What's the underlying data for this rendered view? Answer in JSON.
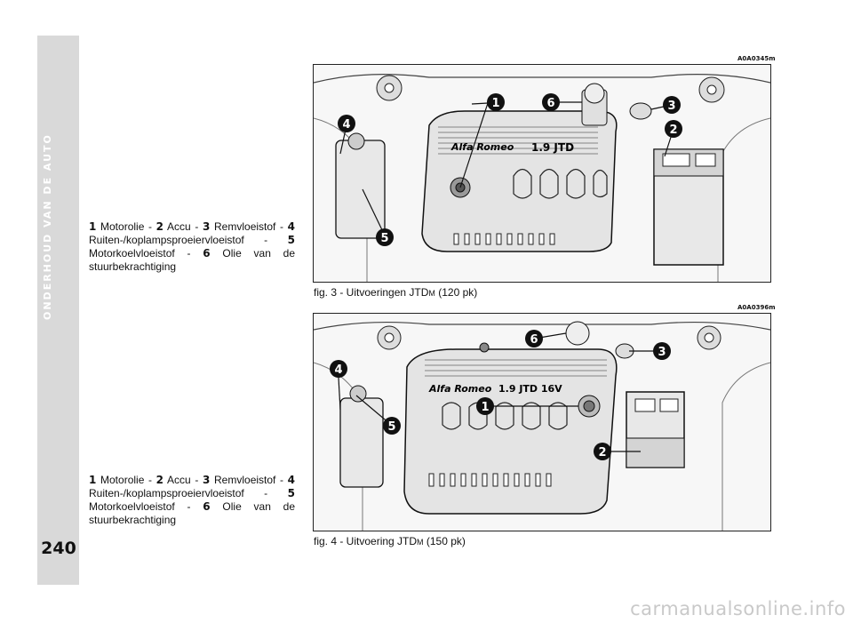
{
  "page": {
    "section_title": "ONDERHOUD VAN DE AUTO",
    "page_number": "240",
    "watermark": "carmanualsonline.info"
  },
  "legend_items": [
    {
      "num": "1",
      "label": "Motorolie -"
    },
    {
      "num": "2",
      "label": "Accu -"
    },
    {
      "num": "3",
      "label": "Remvloeistof -"
    },
    {
      "num": "4",
      "label": "Ruiten-/koplampsproeiervloeistof -"
    },
    {
      "num": "5",
      "label": "Motorkoelvloeistof -"
    },
    {
      "num": "6",
      "label": "Olie van de stuurbekrachtiging"
    }
  ],
  "figures": [
    {
      "code": "A0A0345m",
      "caption_prefix": "fig. 3 - Uitvoeringen JTD",
      "caption_sc": "M",
      "caption_suffix": " (120 pk)",
      "brand": "Alfa Romeo",
      "engine_label": "1.9 JTD",
      "callouts": [
        "1",
        "6",
        "3",
        "2",
        "4",
        "5"
      ]
    },
    {
      "code": "A0A0396m",
      "caption_prefix": "fig. 4 - Uitvoering JTD",
      "caption_sc": "M",
      "caption_suffix": " (150 pk)",
      "brand": "Alfa Romeo",
      "engine_label": "1.9  JTD 16V",
      "callouts": [
        "6",
        "3",
        "4",
        "5",
        "1",
        "2"
      ]
    }
  ]
}
